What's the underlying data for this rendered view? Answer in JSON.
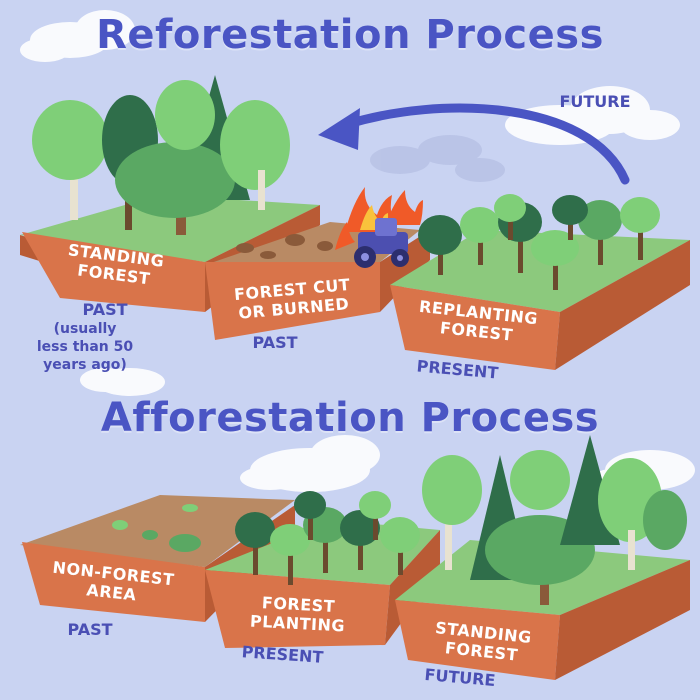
{
  "reforestation": {
    "title": "Reforestation Process",
    "arrow_label": "FUTURE",
    "stages": [
      {
        "label": "STANDING\nFOREST",
        "time": "PAST",
        "note": "(usually\nless than 50\nyears ago)"
      },
      {
        "label": "FOREST CUT\nOR BURNED",
        "time": "PAST"
      },
      {
        "label": "REPLANTING\nFOREST",
        "time": "PRESENT"
      }
    ]
  },
  "afforestation": {
    "title": "Afforestation Process",
    "stages": [
      {
        "label": "NON-FOREST\nAREA",
        "time": "PAST"
      },
      {
        "label": "FOREST\nPLANTING",
        "time": "PRESENT"
      },
      {
        "label": "STANDING\nFOREST",
        "time": "FUTURE"
      }
    ]
  },
  "colors": {
    "background": "#c9d3f2",
    "title": "#4a55c4",
    "time_label": "#4a4fb4",
    "soil_front": "#d9744a",
    "soil_side": "#b95b35",
    "grass": "#8cc97d",
    "bare_ground": "#b98a64",
    "tree_light": "#7fcf78",
    "tree_dark": "#2f6e4a",
    "fire": "#f05a28",
    "tractor": "#4c4fb0",
    "cloud": "#ffffff"
  },
  "icons": [
    "cloud-icon",
    "tree-icon",
    "fire-icon",
    "tractor-icon",
    "stump-icon",
    "arrow-icon"
  ]
}
